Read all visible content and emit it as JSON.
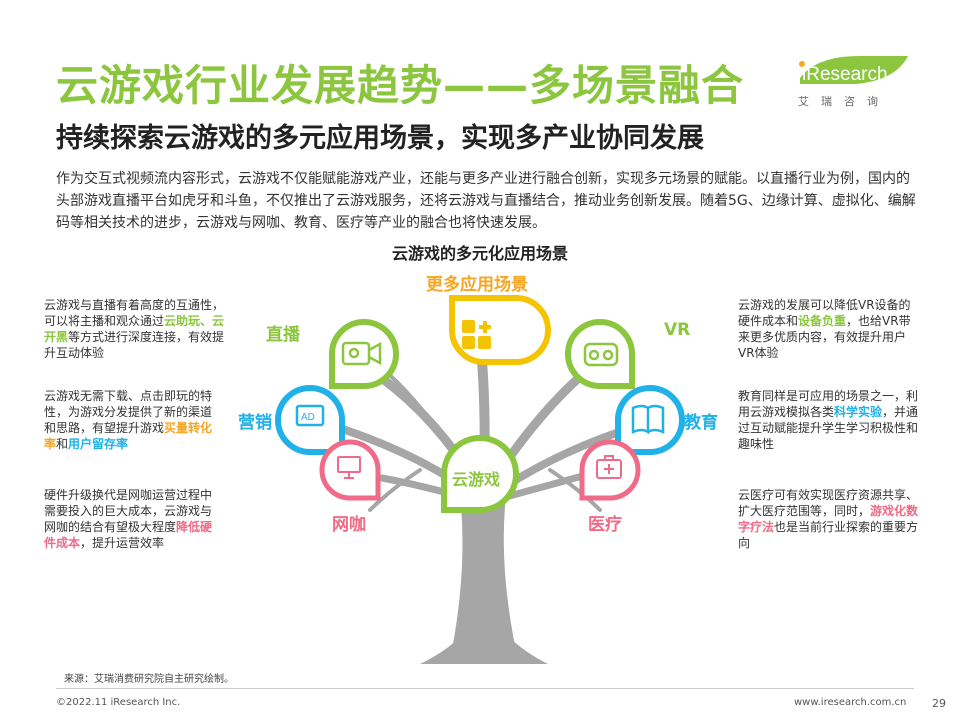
{
  "title": "云游戏行业发展趋势——多场景融合",
  "subtitle": "持续探索云游戏的多元应用场景，实现多产业协同发展",
  "logo": {
    "brand": "iResearch",
    "sub": "艾瑞咨询"
  },
  "intro": "作为交互式视频流内容形式，云游戏不仅能赋能游戏产业，还能与更多产业进行融合创新，实现多元场景的赋能。以直播行业为例，国内的头部游戏直播平台如虎牙和斗鱼，不仅推出了云游戏服务，还将云游戏与直播结合，推动业务创新发展。随着5G、边缘计算、虚拟化、编解码等相关技术的进步，云游戏与网咖、教育、医疗等产业的融合也将快速发展。",
  "diagram_title": "云游戏的多元化应用场景",
  "center_label": "云游戏",
  "nodes": {
    "more": {
      "label": "更多应用场景",
      "color": "#f5c400",
      "icon": "grid-plus-icon"
    },
    "live": {
      "label": "直播",
      "color": "#8cc63f",
      "icon": "video-camera-icon"
    },
    "marketing": {
      "label": "营销",
      "color": "#1fb1e8",
      "icon": "ad-screen-icon"
    },
    "netcafe": {
      "label": "网咖",
      "color": "#ef6b88",
      "icon": "computer-icon"
    },
    "vr": {
      "label": "VR",
      "color": "#8cc63f",
      "icon": "vr-headset-icon"
    },
    "education": {
      "label": "教育",
      "color": "#1fb1e8",
      "icon": "book-icon"
    },
    "medical": {
      "label": "医疗",
      "color": "#ef6b88",
      "icon": "medical-kit-icon"
    }
  },
  "desc": {
    "live": {
      "a": "云游戏与直播有着高度的互通性，可以将主播和观众通过",
      "b": "云助玩、云开黑",
      "c": "等方式进行深度连接，有效提升互动体验"
    },
    "marketing": {
      "a": "云游戏无需下载、点击即玩的特性，为游戏分发提供了新的渠道和思路，有望提升游戏",
      "b": "买量转化率",
      "c": "和",
      "d": "用户留存率"
    },
    "netcafe": {
      "a": "硬件升级换代是网咖运营过程中需要投入的巨大成本，云游戏与网咖的结合有望极大程度",
      "b": "降低硬件成本",
      "c": "，提升运营效率"
    },
    "vr": {
      "a": "云游戏的发展可以降低VR设备的硬件成本和",
      "b": "设备负重",
      "c": "，也给VR带来更多优质内容，有效提升用户VR体验"
    },
    "education": {
      "a": "教育同样是可应用的场景之一，利用云游戏模拟各类",
      "b": "科学实验",
      "c": "，并通过互动赋能提升学生学习积极性和趣味性"
    },
    "medical": {
      "a": "云医疗可有效实现医疗资源共享、扩大医疗范围等，同时，",
      "b": "游戏化数字疗法",
      "c": "也是当前行业探索的重要方向"
    }
  },
  "source": "来源：艾瑞消费研究院自主研究绘制。",
  "footer": {
    "copyright": "©2022.11 iResearch Inc.",
    "url": "www.iresearch.com.cn",
    "page": "29"
  }
}
